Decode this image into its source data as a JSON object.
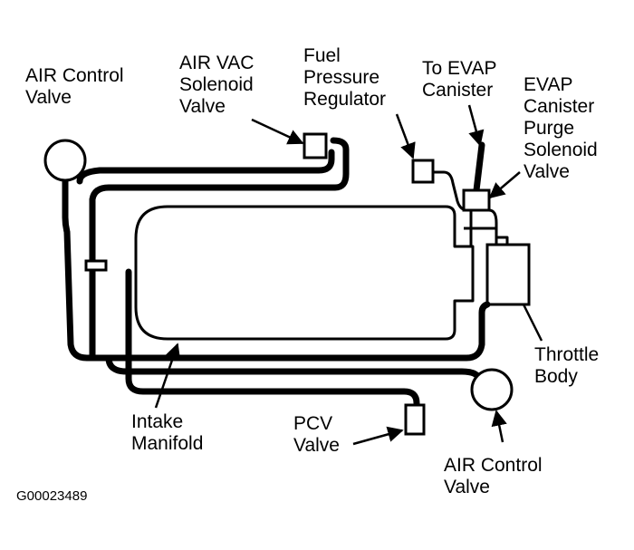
{
  "labels": {
    "air_control_valve_top": [
      "AIR Control",
      "Valve"
    ],
    "air_vac_solenoid": [
      "AIR VAC",
      "Solenoid",
      "Valve"
    ],
    "fuel_pressure_regulator": [
      "Fuel",
      "Pressure",
      "Regulator"
    ],
    "to_evap_canister": [
      "To EVAP",
      "Canister"
    ],
    "evap_purge_solenoid": [
      "EVAP",
      "Canister",
      "Purge",
      "Solenoid",
      "Valve"
    ],
    "throttle_body": [
      "Throttle",
      "Body"
    ],
    "intake_manifold": [
      "Intake",
      "Manifold"
    ],
    "pcv_valve": [
      "PCV",
      "Valve"
    ],
    "air_control_valve_bottom": [
      "AIR Control",
      "Valve"
    ]
  },
  "figure_code": "G00023489"
}
